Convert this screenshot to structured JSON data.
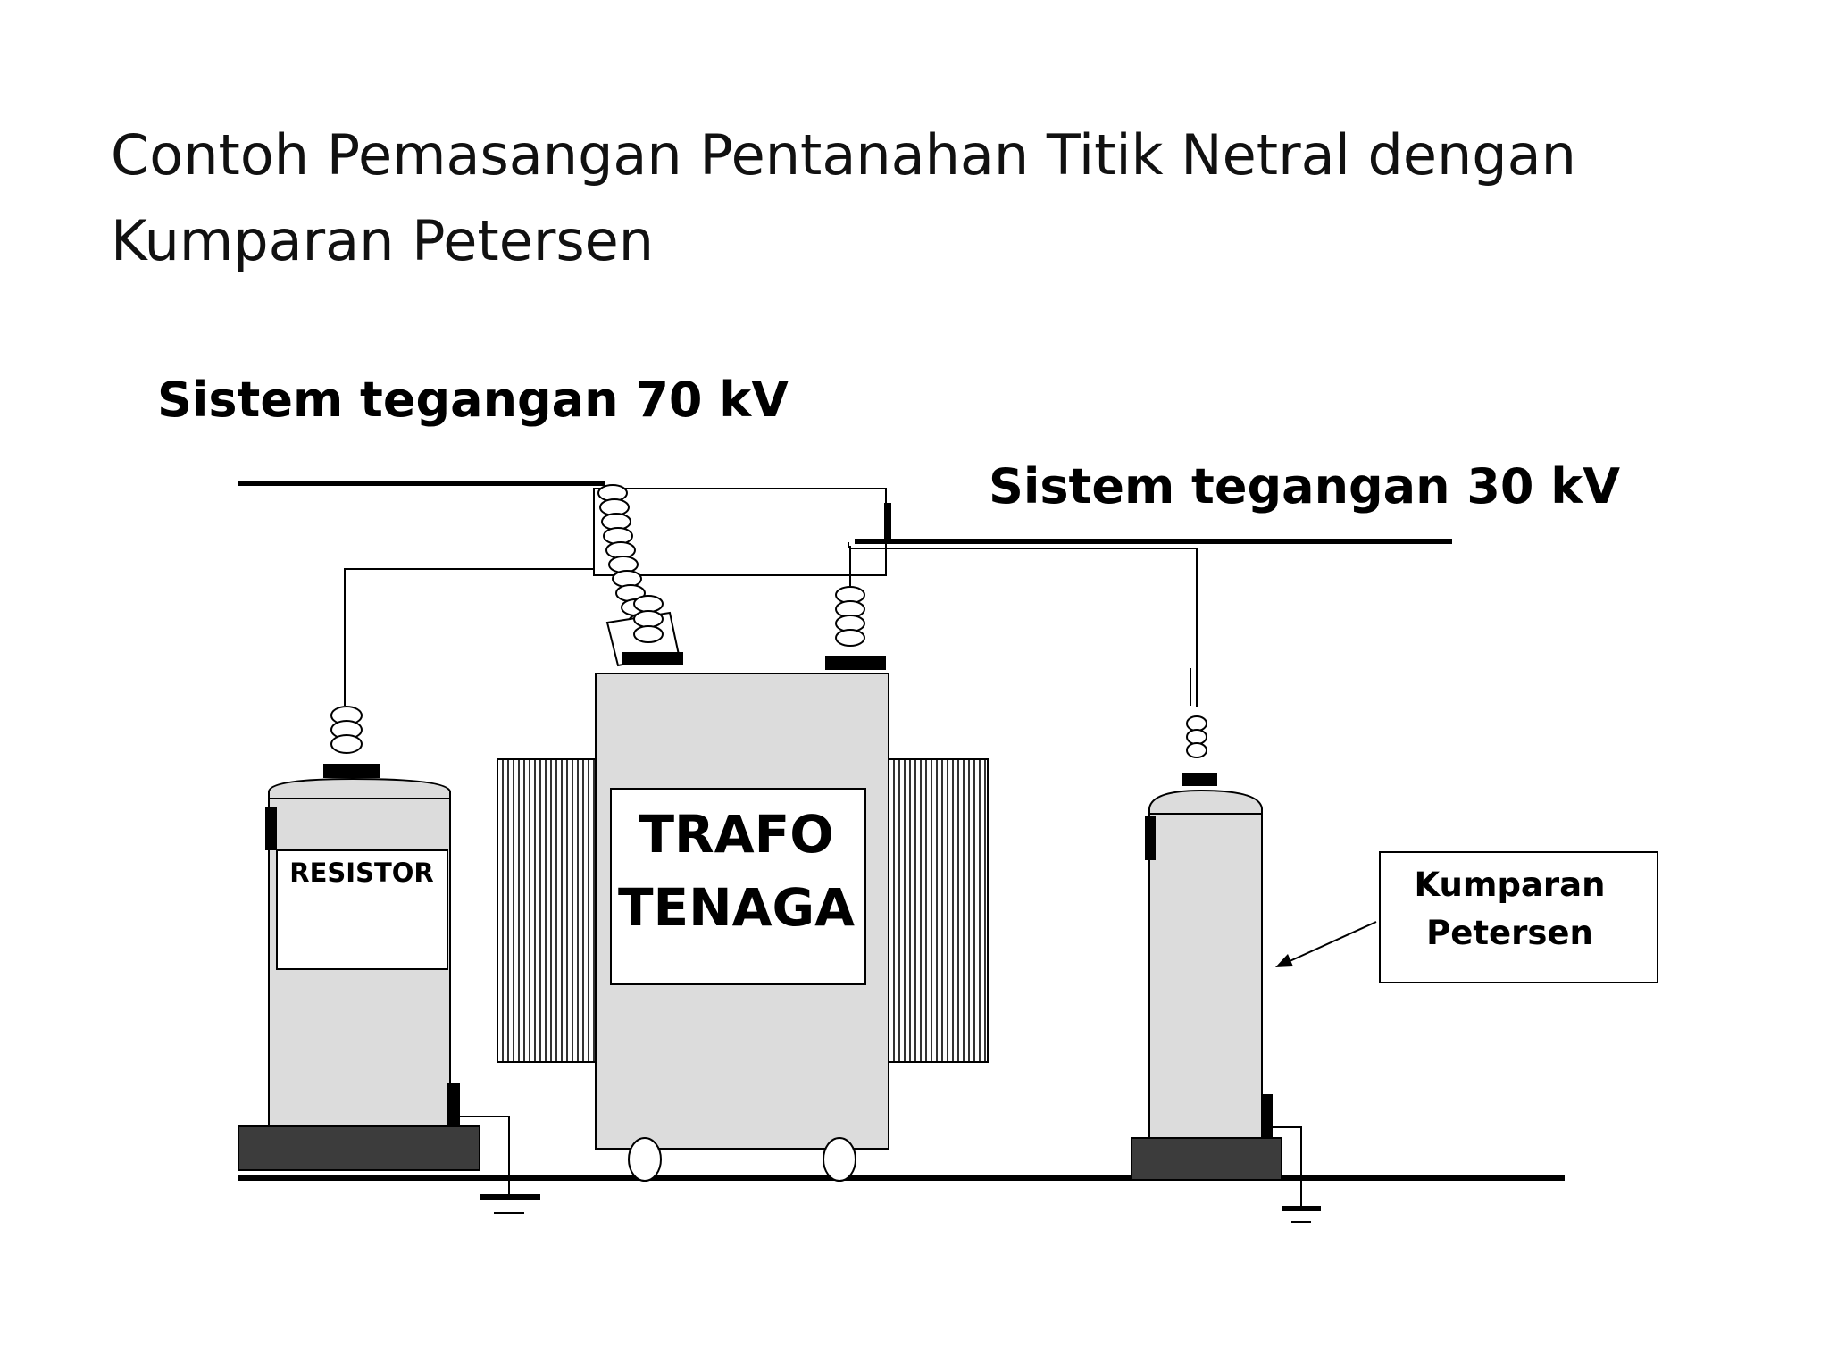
{
  "title": {
    "line1": "Contoh Pemasangan Pentanahan Titik Netral dengan",
    "line2": "Kumparan Petersen"
  },
  "labels": {
    "system_70kv": "Sistem tegangan 70 kV",
    "system_30kv": "Sistem tegangan 30 kV"
  },
  "transformer": {
    "line1": "TRAFO",
    "line2": "TENAGA"
  },
  "resistor": {
    "label": "RESISTOR"
  },
  "petersen_coil": {
    "line1": "Kumparan",
    "line2": "Petersen"
  },
  "colors": {
    "equipment_fill": "#dcdcdc",
    "base_fill": "#3c3c3c",
    "line": "#000000",
    "background": "#ffffff"
  }
}
